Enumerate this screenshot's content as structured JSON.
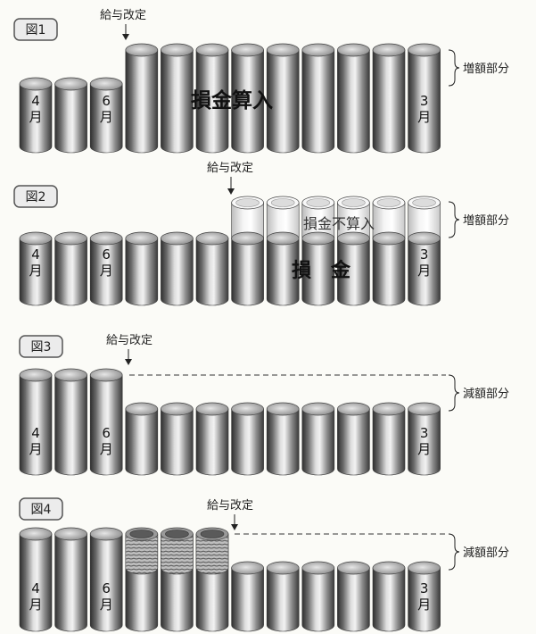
{
  "figures": [
    {
      "label": "図1",
      "revision_label": "給与改定",
      "side_label": "増額部分",
      "main_label": "損金算入",
      "month_labels": [
        {
          "text": "4\n月",
          "col": 0
        },
        {
          "text": "6\n月",
          "col": 2
        },
        {
          "text": "3\n月",
          "col": 11
        }
      ]
    },
    {
      "label": "図2",
      "revision_label": "給与改定",
      "side_label": "増額部分",
      "main_label": "損　金",
      "upper_label": "損金不算入",
      "month_labels": [
        {
          "text": "4\n月",
          "col": 0
        },
        {
          "text": "6\n月",
          "col": 2
        },
        {
          "text": "3\n月",
          "col": 11
        }
      ]
    },
    {
      "label": "図3",
      "revision_label": "給与改定",
      "side_label": "減額部分",
      "month_labels": [
        {
          "text": "4\n月",
          "col": 0
        },
        {
          "text": "6\n月",
          "col": 2
        },
        {
          "text": "3\n月",
          "col": 11
        }
      ]
    },
    {
      "label": "図4",
      "revision_label": "給与改定",
      "side_label": "減額部分",
      "month_labels": [
        {
          "text": "4\n月",
          "col": 0
        },
        {
          "text": "6\n月",
          "col": 2
        },
        {
          "text": "3\n月",
          "col": 11
        }
      ]
    }
  ]
}
